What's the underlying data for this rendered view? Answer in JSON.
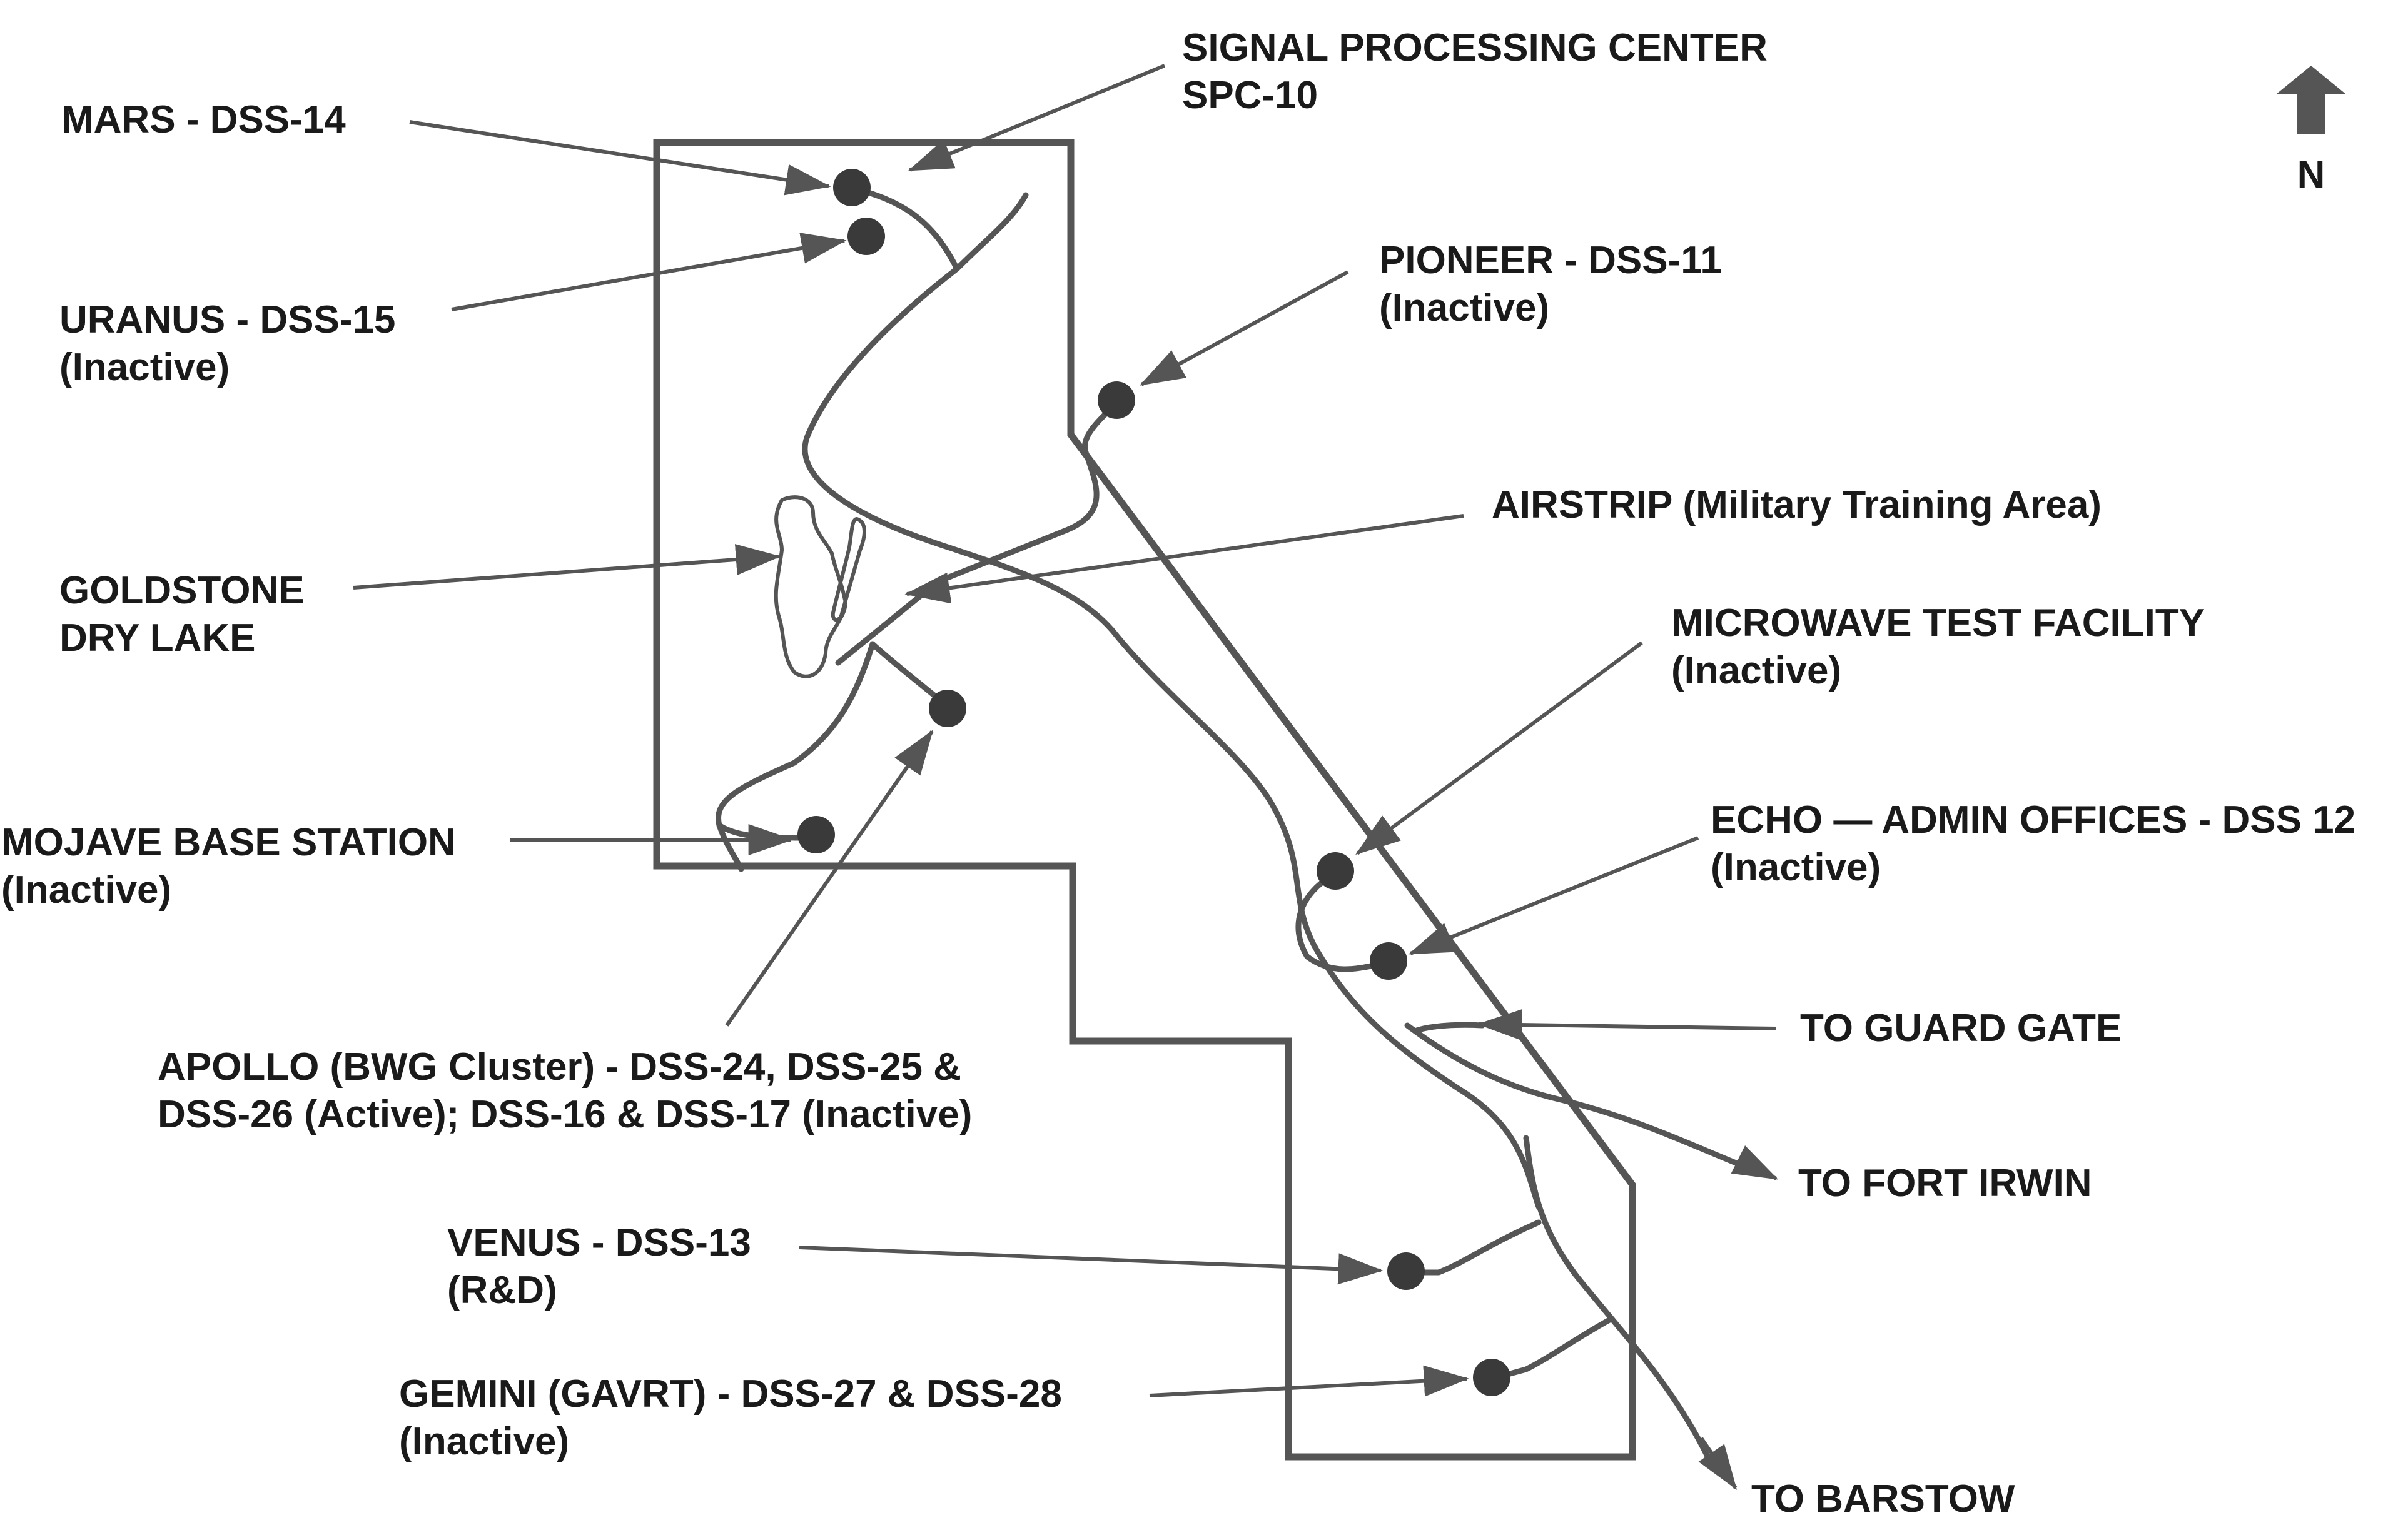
{
  "colors": {
    "line": "#555555",
    "site": "#3a3a3a",
    "text": "#1a1a1a",
    "background": "#ffffff"
  },
  "north": {
    "icon": "north-arrow-icon",
    "label": "N"
  },
  "labels": {
    "spc": [
      "SIGNAL PROCESSING CENTER",
      "SPC-10"
    ],
    "mars": [
      "MARS - DSS-14"
    ],
    "uranus": [
      "URANUS - DSS-15",
      "(Inactive)"
    ],
    "pioneer": [
      "PIONEER - DSS-11",
      "(Inactive)"
    ],
    "airstrip": [
      "AIRSTRIP (Military Training Area)"
    ],
    "goldstone": [
      "GOLDSTONE",
      "DRY LAKE"
    ],
    "microwave": [
      "MICROWAVE TEST FACILITY",
      "(Inactive)"
    ],
    "echo": [
      "ECHO — ADMIN OFFICES - DSS 12",
      "(Inactive)"
    ],
    "mojave": [
      "MOJAVE BASE STATION",
      "(Inactive)"
    ],
    "guard_gate": [
      "TO GUARD GATE"
    ],
    "apollo": [
      "APOLLO (BWG Cluster) - DSS-24, DSS-25 &",
      "DSS-26 (Active); DSS-16 & DSS-17 (Inactive)"
    ],
    "fort_irwin": [
      "TO FORT IRWIN"
    ],
    "venus": [
      "VENUS - DSS-13",
      "(R&D)"
    ],
    "gemini": [
      "GEMINI (GAVRT) - DSS-27 & DSS-28",
      "(Inactive)"
    ],
    "barstow": [
      "TO BARSTOW"
    ]
  }
}
